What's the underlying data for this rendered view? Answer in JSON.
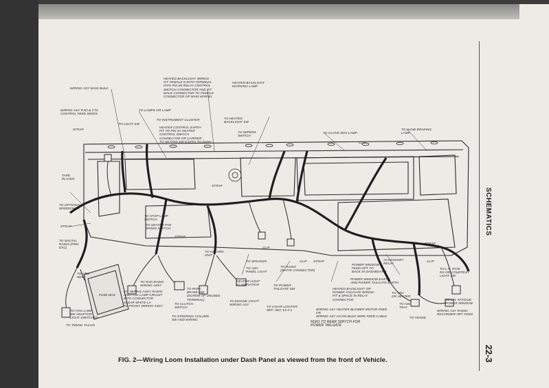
{
  "sidebar_title": "SCHEMATICS",
  "page_number": "22-3",
  "caption": "FIG. 2—Wiring Loom Installation under Dash Panel as viewed from the front of Vehicle.",
  "callouts": [
    "WIRING ASY MAIN BULK-",
    "HEATED BACKLIGHT WIRING-\nFIT FEMALE EARTH TERMINAL\nINTO PIN 86 RELAY CONTROL\nSWITCH CONNECTOR AND FIT\nMALE CONNECTOR TO FEMALE\nCONNECTOR OF MAIN WIRING",
    "HEATED BACKLIGHT\nWARNING LAMP",
    "WIRING ASY RAD & CTC\nCONTROL FEED WIRES",
    "TO LAMPS OR LAMP",
    "TO INSTRUMENT CLUSTER",
    "TO HEATED\nBACKLIGHT SW",
    "TO LIGHT SW",
    "HEATER CONTROL EARTH\nFIT TO PIN 3A HEATER\nCONTROL SWITCH\nCONNECTOR OR CARRIER\nTO HEATED SW EARTH TO DASH",
    "TO WIPERS\nSWITCH",
    "TO GLOVE BOX LAMP",
    "TO HAND BRAKING\nLAMP",
    "STRAP",
    "CLIP",
    "TAPE\nPLAYER",
    "TO OPTIONAL\nSPEEDOMTR",
    "STRAP",
    "STRAP",
    "TO STOP LAMP\nSWITCH",
    "TO HEATER FAN\nSPEED SWITCH",
    "STRAP",
    "TO DIGITAL\nRADIO (PMG\nEXC)",
    "TO HAZARD\nUNIT",
    "CLIP",
    "TO ARM\nREST",
    "TO SPEAKER",
    "TO ASH\nPANEL LIGHT",
    "TO RADIO\n(WHITE CONNECTOR)",
    "CLIP",
    "STRAP",
    "STRAP",
    "POWER WINDOW\nFEED-OPT TO\nBACK IN DASHBOARD",
    "ACCESSORY\nRELAY",
    "POWER WINDOW EARTH\nAND POWER TAILGATE EARTH",
    "CLIP",
    "TO L.H. PATE\nRH OR COURTESY\nLIGHT SW",
    "FUSE BOX",
    "TO RAD RADIO\nWIRING ASSY",
    "FIT WIRING ASSY RADIO\nAND FOG LAMP CIRCUIT\nINTO CONNECTOR\nCLEAR WHITE LA\nTO FRONT WIRING ASSY",
    "TO FOG LAMP\nSW ADAPTOR\nLIGHT SWITCHES",
    "TO PARK\nBRAKE SW\n(SCREW OF UNUSED\nTERMINAL)",
    "HEATER LIGHT\nILLUMINATION",
    "TO POWER\nTAILGATE SW",
    "HEATED BACKLIGHT OR\nPOWER TAILGATE WIRING\nFIT & SPACE IN RELAY\nCONNECTOR",
    "TO ASH\nOR HEATER",
    "TO ASH\nTRAY",
    "TO L.H. FATIGUE\nPOWER WINDOW",
    "TO CLUTCH\nSWITCH",
    "TO ENGINE CRAFT\nWIRING ASY",
    "TO CIGAR LIGHTER\nREF. HEC-13-3-1",
    "WIRING ASY HEATER BLOWER MOTOR FEED\nOR\nWIRING ASY A/CON BULK WIRE FEED CABLE",
    "TO VENSE",
    "WIRING ASY RADIO\nRECORDER OPT FEED",
    "TO STEERING COLUMN\nSW AND WIRING",
    "TO TIMING TACHO",
    "FEED TO REAR SWITCH FOR\nPOWER TAILGATE"
  ]
}
